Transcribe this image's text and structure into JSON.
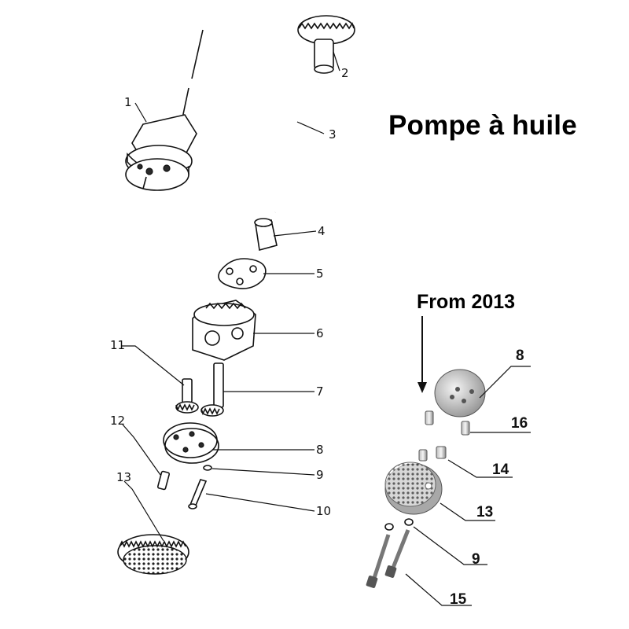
{
  "title": "Pompe à huile",
  "subtitle": "From 2013",
  "callouts_left": [
    "1",
    "2",
    "3",
    "4",
    "5",
    "6",
    "7",
    "8",
    "9",
    "10",
    "11",
    "12",
    "13"
  ],
  "callouts_right": [
    "8",
    "16",
    "14",
    "13",
    "9",
    "15"
  ]
}
